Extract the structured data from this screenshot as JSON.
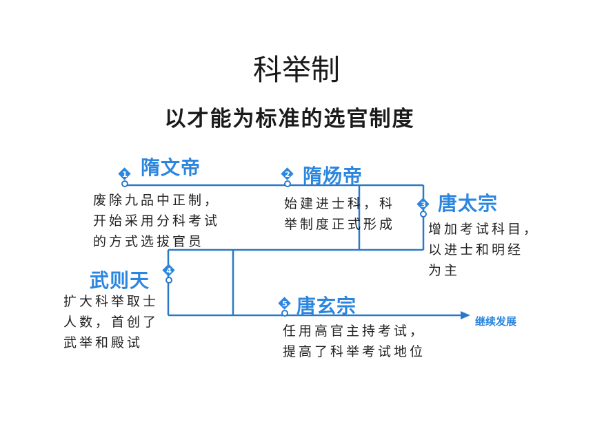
{
  "title": "科举制",
  "subtitle": "以才能为标准的选官制度",
  "colors": {
    "accent": "#2b86e0",
    "line": "#2b78c8",
    "text": "#222222"
  },
  "emperors": [
    {
      "num": "1",
      "name": "隋文帝",
      "desc": "废除九品中正制，\n开始采用分科考试\n的方式选拔官员"
    },
    {
      "num": "2",
      "name": "隋炀帝",
      "desc": "始建进士科，科\n举制度正式形成"
    },
    {
      "num": "3",
      "name": "唐太宗",
      "desc": "增加考试科目，\n以进士和明经\n为主"
    },
    {
      "num": "4",
      "name": "武则天",
      "desc": "扩大科举取士\n人数，首创了\n武举和殿试"
    },
    {
      "num": "5",
      "name": "唐玄宗",
      "desc": "任用高官主持考试，\n提高了科举考试地位"
    }
  ],
  "continue_label": "继续发展"
}
